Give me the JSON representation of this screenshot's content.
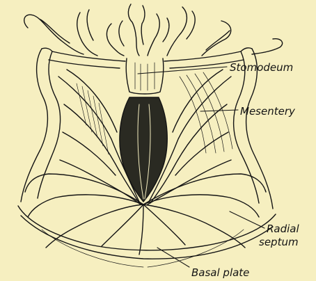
{
  "labels": {
    "stomodeum": "Stomodeum",
    "mesentery": "Mesentery",
    "radial_line1": "Radial",
    "radial_line2": "septum",
    "basal_plate": "Basal plate"
  },
  "colors": {
    "background": "#f6efc0",
    "ink": "#141414"
  }
}
